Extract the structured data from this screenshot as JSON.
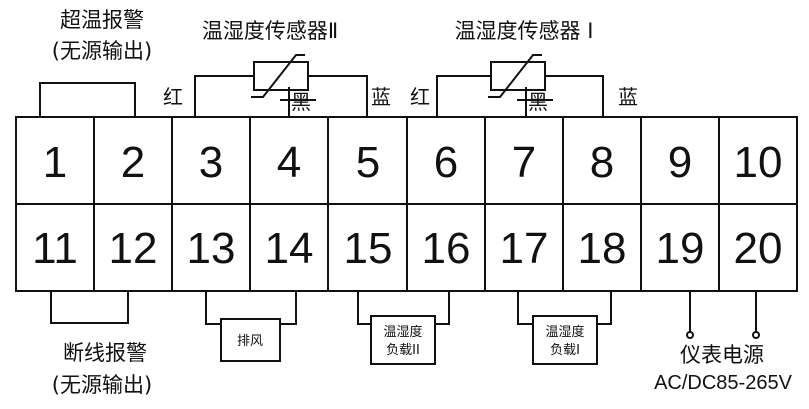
{
  "terminals": {
    "top": [
      "1",
      "2",
      "3",
      "4",
      "5",
      "6",
      "7",
      "8",
      "9",
      "10"
    ],
    "bottom": [
      "11",
      "12",
      "13",
      "14",
      "15",
      "16",
      "17",
      "18",
      "19",
      "20"
    ]
  },
  "labels": {
    "over_temp_alarm": "超温报警",
    "over_temp_passive": "(无源输出)",
    "sensor2_title": "温湿度传感器Ⅱ",
    "sensor1_title": "温湿度传感器 I",
    "red": "红",
    "black": "黑",
    "blue": "蓝",
    "break_alarm": "断线报警",
    "break_passive": "(无源输出)",
    "exhaust": "排风",
    "load2_line1": "温湿度",
    "load2_line2": "负载II",
    "load1_line1": "温湿度",
    "load1_line2": "负载I",
    "power_title": "仪表电源",
    "power_voltage": "AC/DC85-265V"
  },
  "colors": {
    "line": "#111111",
    "background": "#ffffff"
  }
}
